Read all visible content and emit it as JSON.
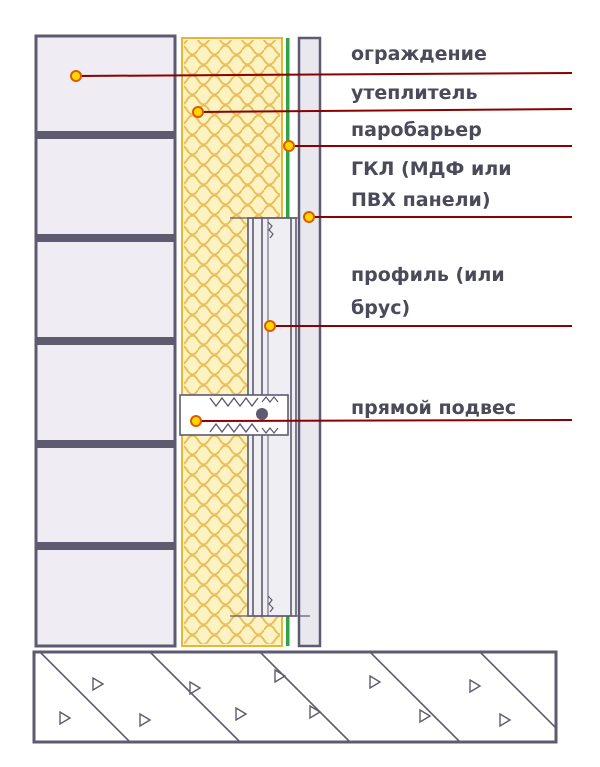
{
  "colors": {
    "outline": "#5e5a70",
    "brick_fill": "#efedf3",
    "insulation_fill": "#fdf2c2",
    "insulation_outline": "#e8b43a",
    "insulation_pattern": "#e9bf5a",
    "vapor_barrier": "#2fa34a",
    "panel_fill": "#e9e8ef",
    "profile_fill": "#efeef3",
    "leader_line": "#8b0000",
    "marker_fill": "#ffd700",
    "marker_stroke": "#e05a00",
    "label_text": "#4a4a5a"
  },
  "labels": {
    "enclosure": "ограждение",
    "insulation": "утеплитель",
    "vapor_barrier": "паробарьер",
    "panel_line1": "ГКЛ (МДФ или",
    "panel_line2": "ПВХ панели)",
    "profile_line1": "профиль (или",
    "profile_line2": "брус)",
    "hanger": "прямой подвес"
  }
}
